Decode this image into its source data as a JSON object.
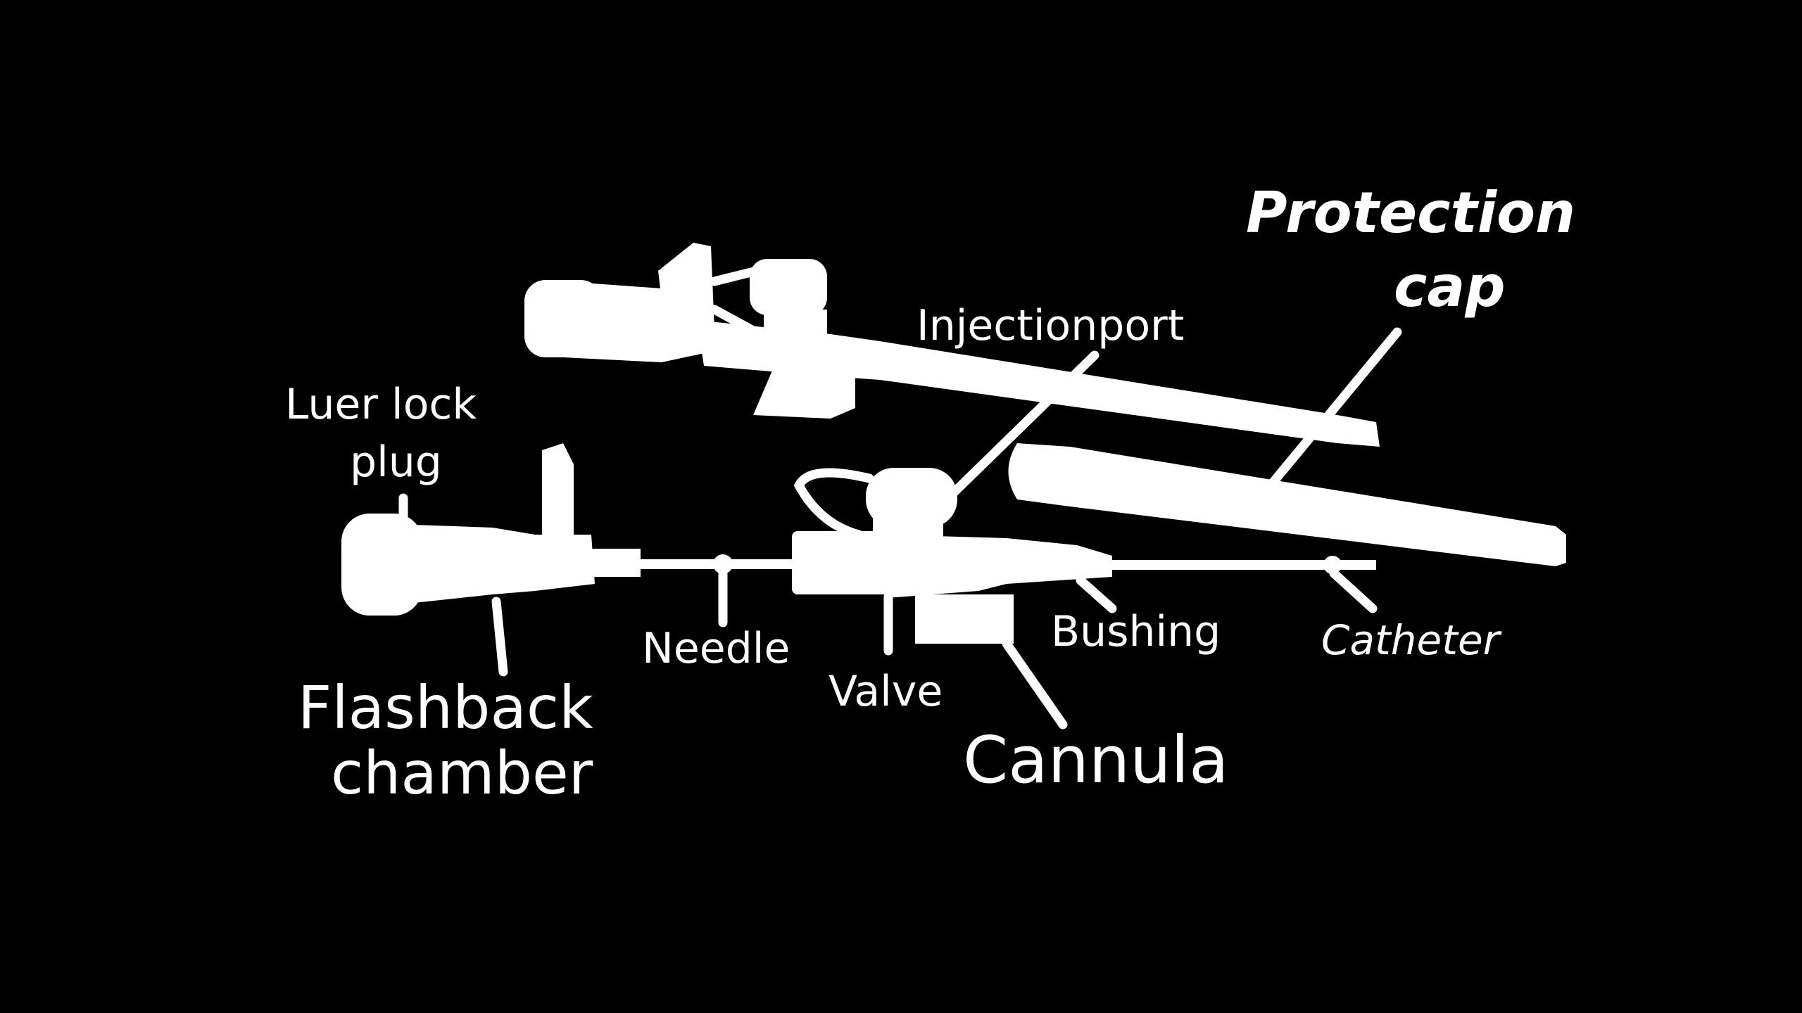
{
  "colors": {
    "background": "#000000",
    "foreground": "#ffffff"
  },
  "labels": {
    "protection_cap_line1": "Protection",
    "protection_cap_line2": "cap",
    "injectionport": "Injectionport",
    "luer_lock_line1": "Luer lock",
    "luer_lock_line2": "plug",
    "needle": "Needle",
    "valve": "Valve",
    "bushing": "Bushing",
    "catheter": "Catheter",
    "flashback_line1": "Flashback",
    "flashback_line2": "chamber",
    "cannula": "Cannula"
  }
}
